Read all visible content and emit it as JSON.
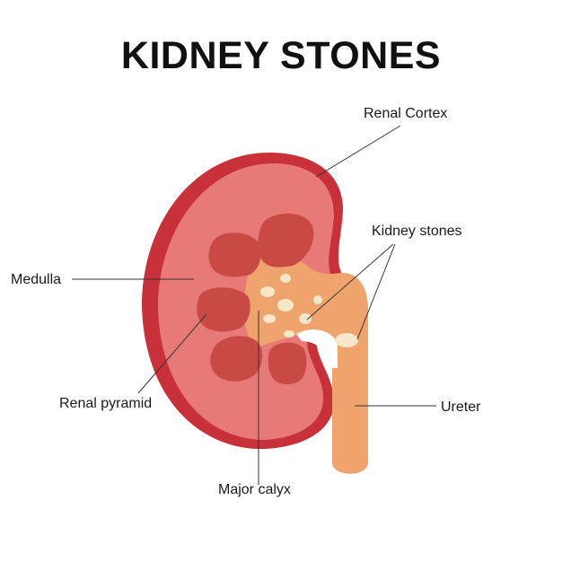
{
  "title": "KIDNEY STONES",
  "labels": {
    "renal_cortex": "Renal Cortex",
    "kidney_stones": "Kidney stones",
    "medulla": "Medulla",
    "renal_pyramid": "Renal pyramid",
    "ureter": "Ureter",
    "major_calyx": "Major calyx"
  },
  "colors": {
    "cortex_outer": "#c8303a",
    "cortex_inner": "#e77a77",
    "pyramid": "#c94a45",
    "calyx": "#f0a46d",
    "stone": "#f6e7c8",
    "hilum_gap": "#ffffff",
    "leader_line": "#333333"
  }
}
